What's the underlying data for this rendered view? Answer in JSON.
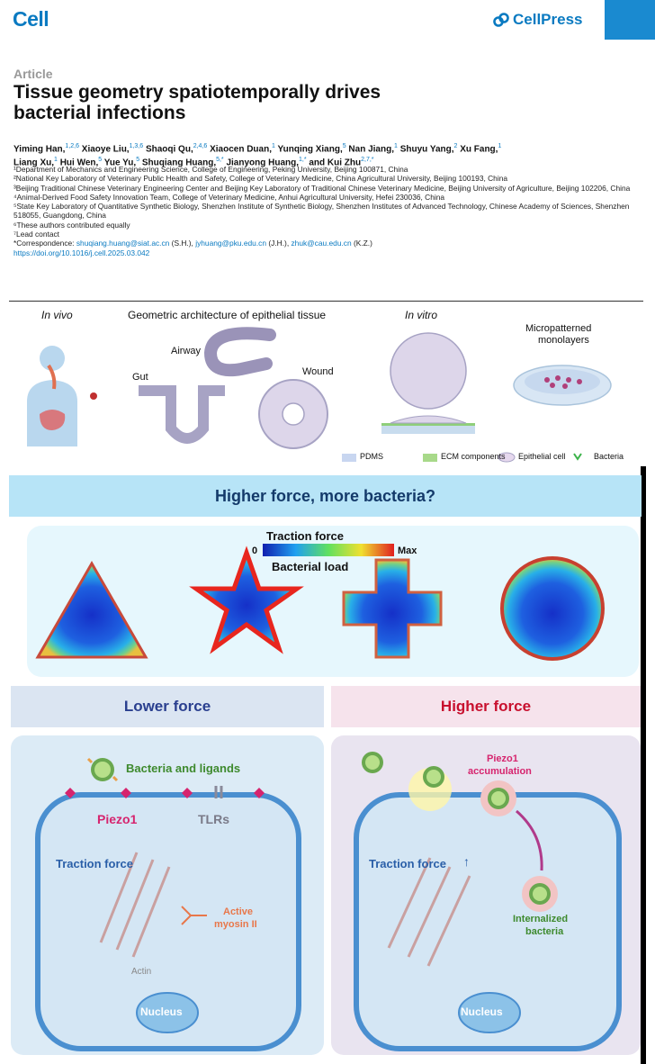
{
  "header": {
    "journal": "Cell",
    "publisher": "CellPress"
  },
  "article": {
    "type": "Article",
    "title_line1": "Tissue geometry spatiotemporally drives",
    "title_line2": "bacterial infections",
    "authors_line1": [
      {
        "name": "Yiming Han,",
        "sup": "1,2,6"
      },
      {
        "name": "Xiaoye Liu,",
        "sup": "1,3,6"
      },
      {
        "name": "Shaoqi Qu,",
        "sup": "2,4,6"
      },
      {
        "name": "Xiaocen Duan,",
        "sup": "1"
      },
      {
        "name": "Yunqing Xiang,",
        "sup": "5"
      },
      {
        "name": "Nan Jiang,",
        "sup": "1"
      },
      {
        "name": "Shuyu Yang,",
        "sup": "2"
      },
      {
        "name": "Xu Fang,",
        "sup": "1"
      }
    ],
    "authors_line2": [
      {
        "name": "Liang Xu,",
        "sup": "1"
      },
      {
        "name": "Hui Wen,",
        "sup": "5"
      },
      {
        "name": "Yue Yu,",
        "sup": "5"
      },
      {
        "name": "Shuqiang Huang,",
        "sup": "5,*"
      },
      {
        "name": "Jianyong Huang,",
        "sup": "1,*"
      },
      {
        "name": "and Kui Zhu",
        "sup": "2,7,*"
      }
    ],
    "affiliations": [
      "¹Department of Mechanics and Engineering Science, College of Engineering, Peking University, Beijing 100871, China",
      "²National Key Laboratory of Veterinary Public Health and Safety, College of Veterinary Medicine, China Agricultural University, Beijing 100193, China",
      "³Beijing Traditional Chinese Veterinary Engineering Center and Beijing Key Laboratory of Traditional Chinese Veterinary Medicine, Beijing University of Agriculture, Beijing 102206, China",
      "⁴Animal-Derived Food Safety Innovation Team, College of Veterinary Medicine, Anhui Agricultural University, Hefei 230036, China",
      "⁵State Key Laboratory of Quantitative Synthetic Biology, Shenzhen Institute of Synthetic Biology, Shenzhen Institutes of Advanced Technology, Chinese Academy of Sciences, Shenzhen 518055, Guangdong, China",
      "⁶These authors contributed equally",
      "⁷Lead contact"
    ],
    "correspondence_prefix": "*Correspondence: ",
    "email1": "shuqiang.huang@siat.ac.cn",
    "email1_note": " (S.H.), ",
    "email2": "jyhuang@pku.edu.cn",
    "email2_note": " (J.H.), ",
    "email3": "zhuk@cau.edu.cn",
    "email3_note": " (K.Z.)",
    "doi": "https://doi.org/10.1016/j.cell.2025.03.042"
  },
  "figure_top": {
    "in_vivo": "In vivo",
    "architecture": "Geometric architecture of epithelial tissue",
    "airway": "Airway",
    "gut": "Gut",
    "wound": "Wound",
    "in_vitro": "In vitro",
    "micropatterned": "Micropatterned",
    "monolayers": "monolayers",
    "legend_pdms": "PDMS",
    "legend_ecm": "ECM components",
    "legend_epi": "Epithelial cell",
    "legend_bact": "Bacteria"
  },
  "graphical_abstract": {
    "banner": "Higher force, more bacteria?",
    "traction_force": "Traction force",
    "scale_min": "0",
    "scale_max": "Max",
    "bacterial_load": "Bacterial load",
    "lower_force": "Lower force",
    "higher_force": "Higher force",
    "bacteria_ligands": "Bacteria and ligands",
    "piezo1": "Piezo1",
    "tlrs": "TLRs",
    "traction_force_left": "Traction force",
    "active": "Active",
    "myosin": "myosin II",
    "actin": "Actin",
    "nucleus_left": "Nucleus",
    "piezo1_acc_1": "Piezo1",
    "piezo1_acc_2": "accumulation",
    "traction_force_right": "Traction force",
    "internalized_1": "Internalized",
    "internalized_2": "bacteria",
    "nucleus_right": "Nucleus"
  },
  "colors": {
    "brand_blue": "#0a7ac1",
    "banner_bg": "#b7e4f7",
    "lower_force": "#2a3f8f",
    "higher_force": "#c8102e",
    "piezo": "#d6246e",
    "bacteria_green": "#6aa84f"
  }
}
